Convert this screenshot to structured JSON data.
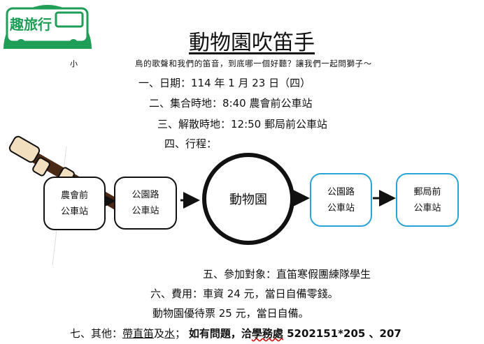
{
  "logo": {
    "text": "趣旅行",
    "color": "#1e9e57"
  },
  "title": "動物園吹笛手",
  "intro": {
    "prefix": "小",
    "text": "鳥的歌聲和我們的笛音，到底哪一個好聽？讓我們一起問獅子～"
  },
  "details": {
    "date": "一、日期：114 年 1 月 23 日（四）",
    "meeting": "二、集合時地：8:40 農會前公車站",
    "dismissal": "三、解散時地：12:50  郵局前公車站",
    "itinerary": "四、行程：",
    "participants": "五、參加對象：直笛寒假團練隊學生",
    "fee": "六、費用：車資 24 元，當日自備零錢。",
    "ticket": "動物園優待票 25 元，當日自備。",
    "other_prefix": "七、其他：",
    "other_u1": "帶直笛",
    "other_mid": "及",
    "other_u2": "水",
    "other_sep": "；  ",
    "contact_label": "如有問題，洽",
    "contact_office": "學務處",
    "contact_numbers": "  5202151*205  、207"
  },
  "flow": {
    "box1": [
      "農會前",
      "公車站"
    ],
    "box2": [
      "公園路",
      "公車站"
    ],
    "zoo": "動物園",
    "box4": [
      "公園路",
      "公車站"
    ],
    "box5": [
      "郵局前",
      "公車站"
    ]
  },
  "colors": {
    "accent_blue": "#2aa4d5",
    "logo_green": "#1e9e57"
  }
}
